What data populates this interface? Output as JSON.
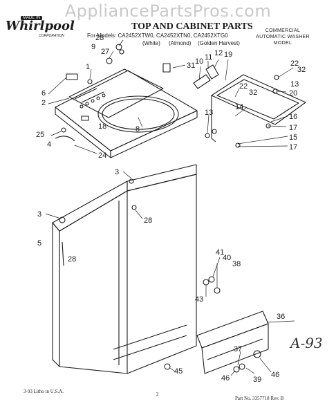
{
  "watermark": "AppliancePartsPros.com",
  "header": {
    "brand_tag": "MADE IN",
    "brand": "Whirlpool",
    "brand_sub": "CORPORATION",
    "title": "TOP AND CABINET PARTS",
    "models_line": "For Models: CA2452XTW0, CA2452XTN0, CA2452XTG0",
    "color_white": "(White)",
    "color_almond": "(Almond)",
    "color_harvest": "(Golden Harvest)",
    "model_type": [
      "COMMERCIAL",
      "AUTOMATIC WASHER",
      "MODEL"
    ]
  },
  "callouts": {
    "c28a": "28",
    "c9": "9",
    "c27": "27",
    "c1": "1",
    "c6": "6",
    "c2": "2",
    "c25": "25",
    "c4": "4",
    "c24": "24",
    "c18": "18",
    "c8": "8",
    "c31": "31",
    "c10": "10",
    "c11": "11",
    "c12": "12",
    "c19": "19",
    "c22a": "22",
    "c32a": "32",
    "c22b": "22",
    "c32b": "32",
    "c14": "14",
    "c13a": "13",
    "c20": "20",
    "c16": "16",
    "c17a": "17",
    "c13b": "13",
    "c15": "15",
    "c17b": "17",
    "c3a": "3",
    "c28b": "28",
    "c3b": "3",
    "c5": "5",
    "c28c": "28",
    "c41": "41",
    "c40": "40",
    "c38": "38",
    "c43": "43",
    "c36": "36",
    "c37": "37",
    "c45": "45",
    "c46a": "46",
    "c46b": "46",
    "c39": "39"
  },
  "footer": {
    "litho": "3-93 Litho in U.S.A.",
    "page": "2",
    "part_no": "Part No. 3357718  Rev. B",
    "handwritten": "A-93"
  }
}
